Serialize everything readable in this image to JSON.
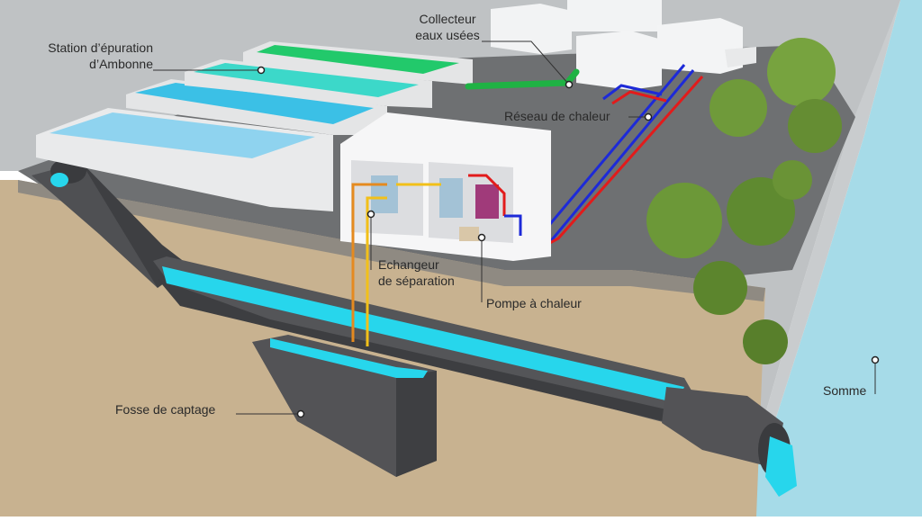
{
  "labels": {
    "station_line1": "Station d’épuration",
    "station_line2": "d’Ambonne",
    "collecteur_line1": "Collecteur",
    "collecteur_line2": "eaux usées",
    "reseau": "Réseau de chaleur",
    "echangeur_line1": "Echangeur",
    "echangeur_line2": "de séparation",
    "pompe": "Pompe à chaleur",
    "fosse": "Fosse de captage",
    "somme": "Somme"
  },
  "colors": {
    "ground_top": "#6d6e70",
    "soil": "#c6b08e",
    "water": "#27d6ec",
    "pipe": "#535356",
    "river": "#a6dbe8",
    "hot_line": "#e21b1b",
    "cold_line": "#1d2ad8",
    "exchanger_loop": "#f2c019",
    "collector_pipe": "#1fb244"
  }
}
